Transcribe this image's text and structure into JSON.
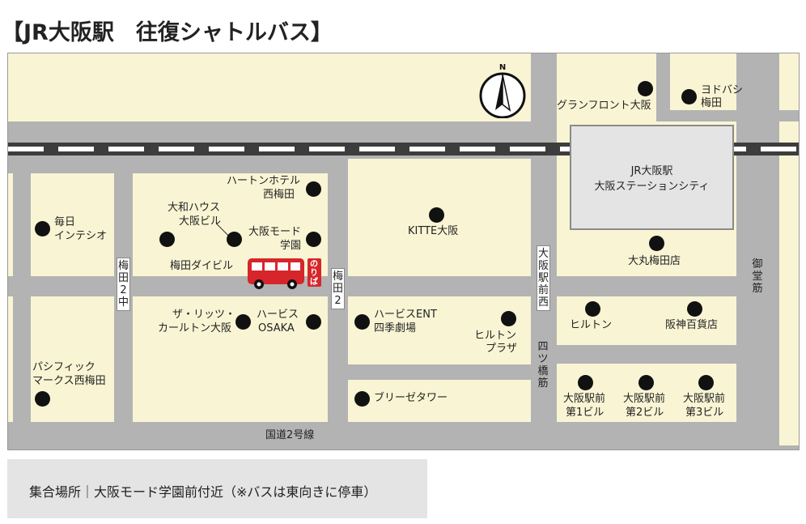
{
  "title": "【JR大阪駅　往復シャトルバス】",
  "compass": "N",
  "station": {
    "line1": "JR大阪駅",
    "line2": "大阪ステーションシティ"
  },
  "bus_stop_badge": "のりば",
  "roads": {
    "umeda2chu": "梅田2中",
    "umeda2": "梅田2",
    "osakaekimae_nishi": "大阪駅前西",
    "yotsuhashisuji": "四ツ橋筋",
    "midosuji": "御堂筋",
    "kokudo2": "国道2号線"
  },
  "places": {
    "grand_front": "グランフロント大阪",
    "yodobashi": [
      "ヨドバシ",
      "梅田"
    ],
    "hearton": [
      "ハートンホテル",
      "西梅田"
    ],
    "daiwa_house": [
      "大和ハウス",
      "大阪ビル"
    ],
    "mainichi": [
      "毎日",
      "インテシオ"
    ],
    "mode_gakuen": [
      "大阪モード",
      "学園"
    ],
    "umeda_dai": "梅田ダイビル",
    "kitte": "KITTE大阪",
    "daimaru": "大丸梅田店",
    "ritz": [
      "ザ・リッツ・",
      "カールトン大阪"
    ],
    "herbis": [
      "ハービス",
      "OSAKA"
    ],
    "herbis_ent": [
      "ハービスENT",
      "四季劇場"
    ],
    "hilton_plaza": [
      "ヒルトン",
      "プラザ"
    ],
    "hilton": "ヒルトン",
    "hanshin": "阪神百貨店",
    "pacific": [
      "パシフィック",
      "マークス西梅田"
    ],
    "breeze": "ブリーゼタワー",
    "ekimae1": [
      "大阪駅前",
      "第1ビル"
    ],
    "ekimae2": [
      "大阪駅前",
      "第2ビル"
    ],
    "ekimae3": [
      "大阪駅前",
      "第3ビル"
    ]
  },
  "footer": "集合場所｜大阪モード学園前付近（※バスは東向きに停車）"
}
